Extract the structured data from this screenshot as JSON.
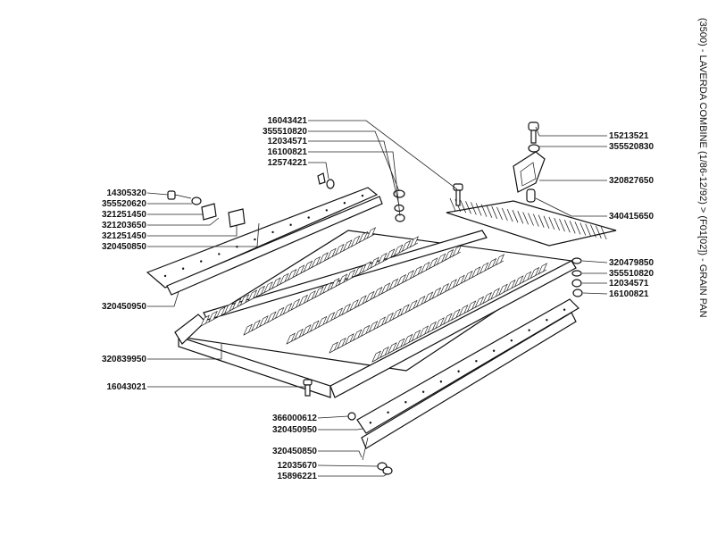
{
  "title": "(3500) - LAVERDA COMBINE (1/86-12/92) > (F01[02]) - GRAIN PAN",
  "parts_left_top": [
    "16043421",
    "355510820",
    "12034571",
    "16100821",
    "12574221"
  ],
  "parts_left_mid": [
    "14305320",
    "355520620",
    "321251450",
    "321203650",
    "321251450",
    "320450850"
  ],
  "parts_left_low": [
    "320450950",
    "320839950",
    "16043021"
  ],
  "parts_right": [
    "15213521",
    "355520830",
    "320827650",
    "340415650",
    "320479850",
    "355510820",
    "12034571",
    "16100821"
  ],
  "parts_bottom": [
    "366000612",
    "320450950",
    "320450850",
    "12035670",
    "15896221"
  ]
}
